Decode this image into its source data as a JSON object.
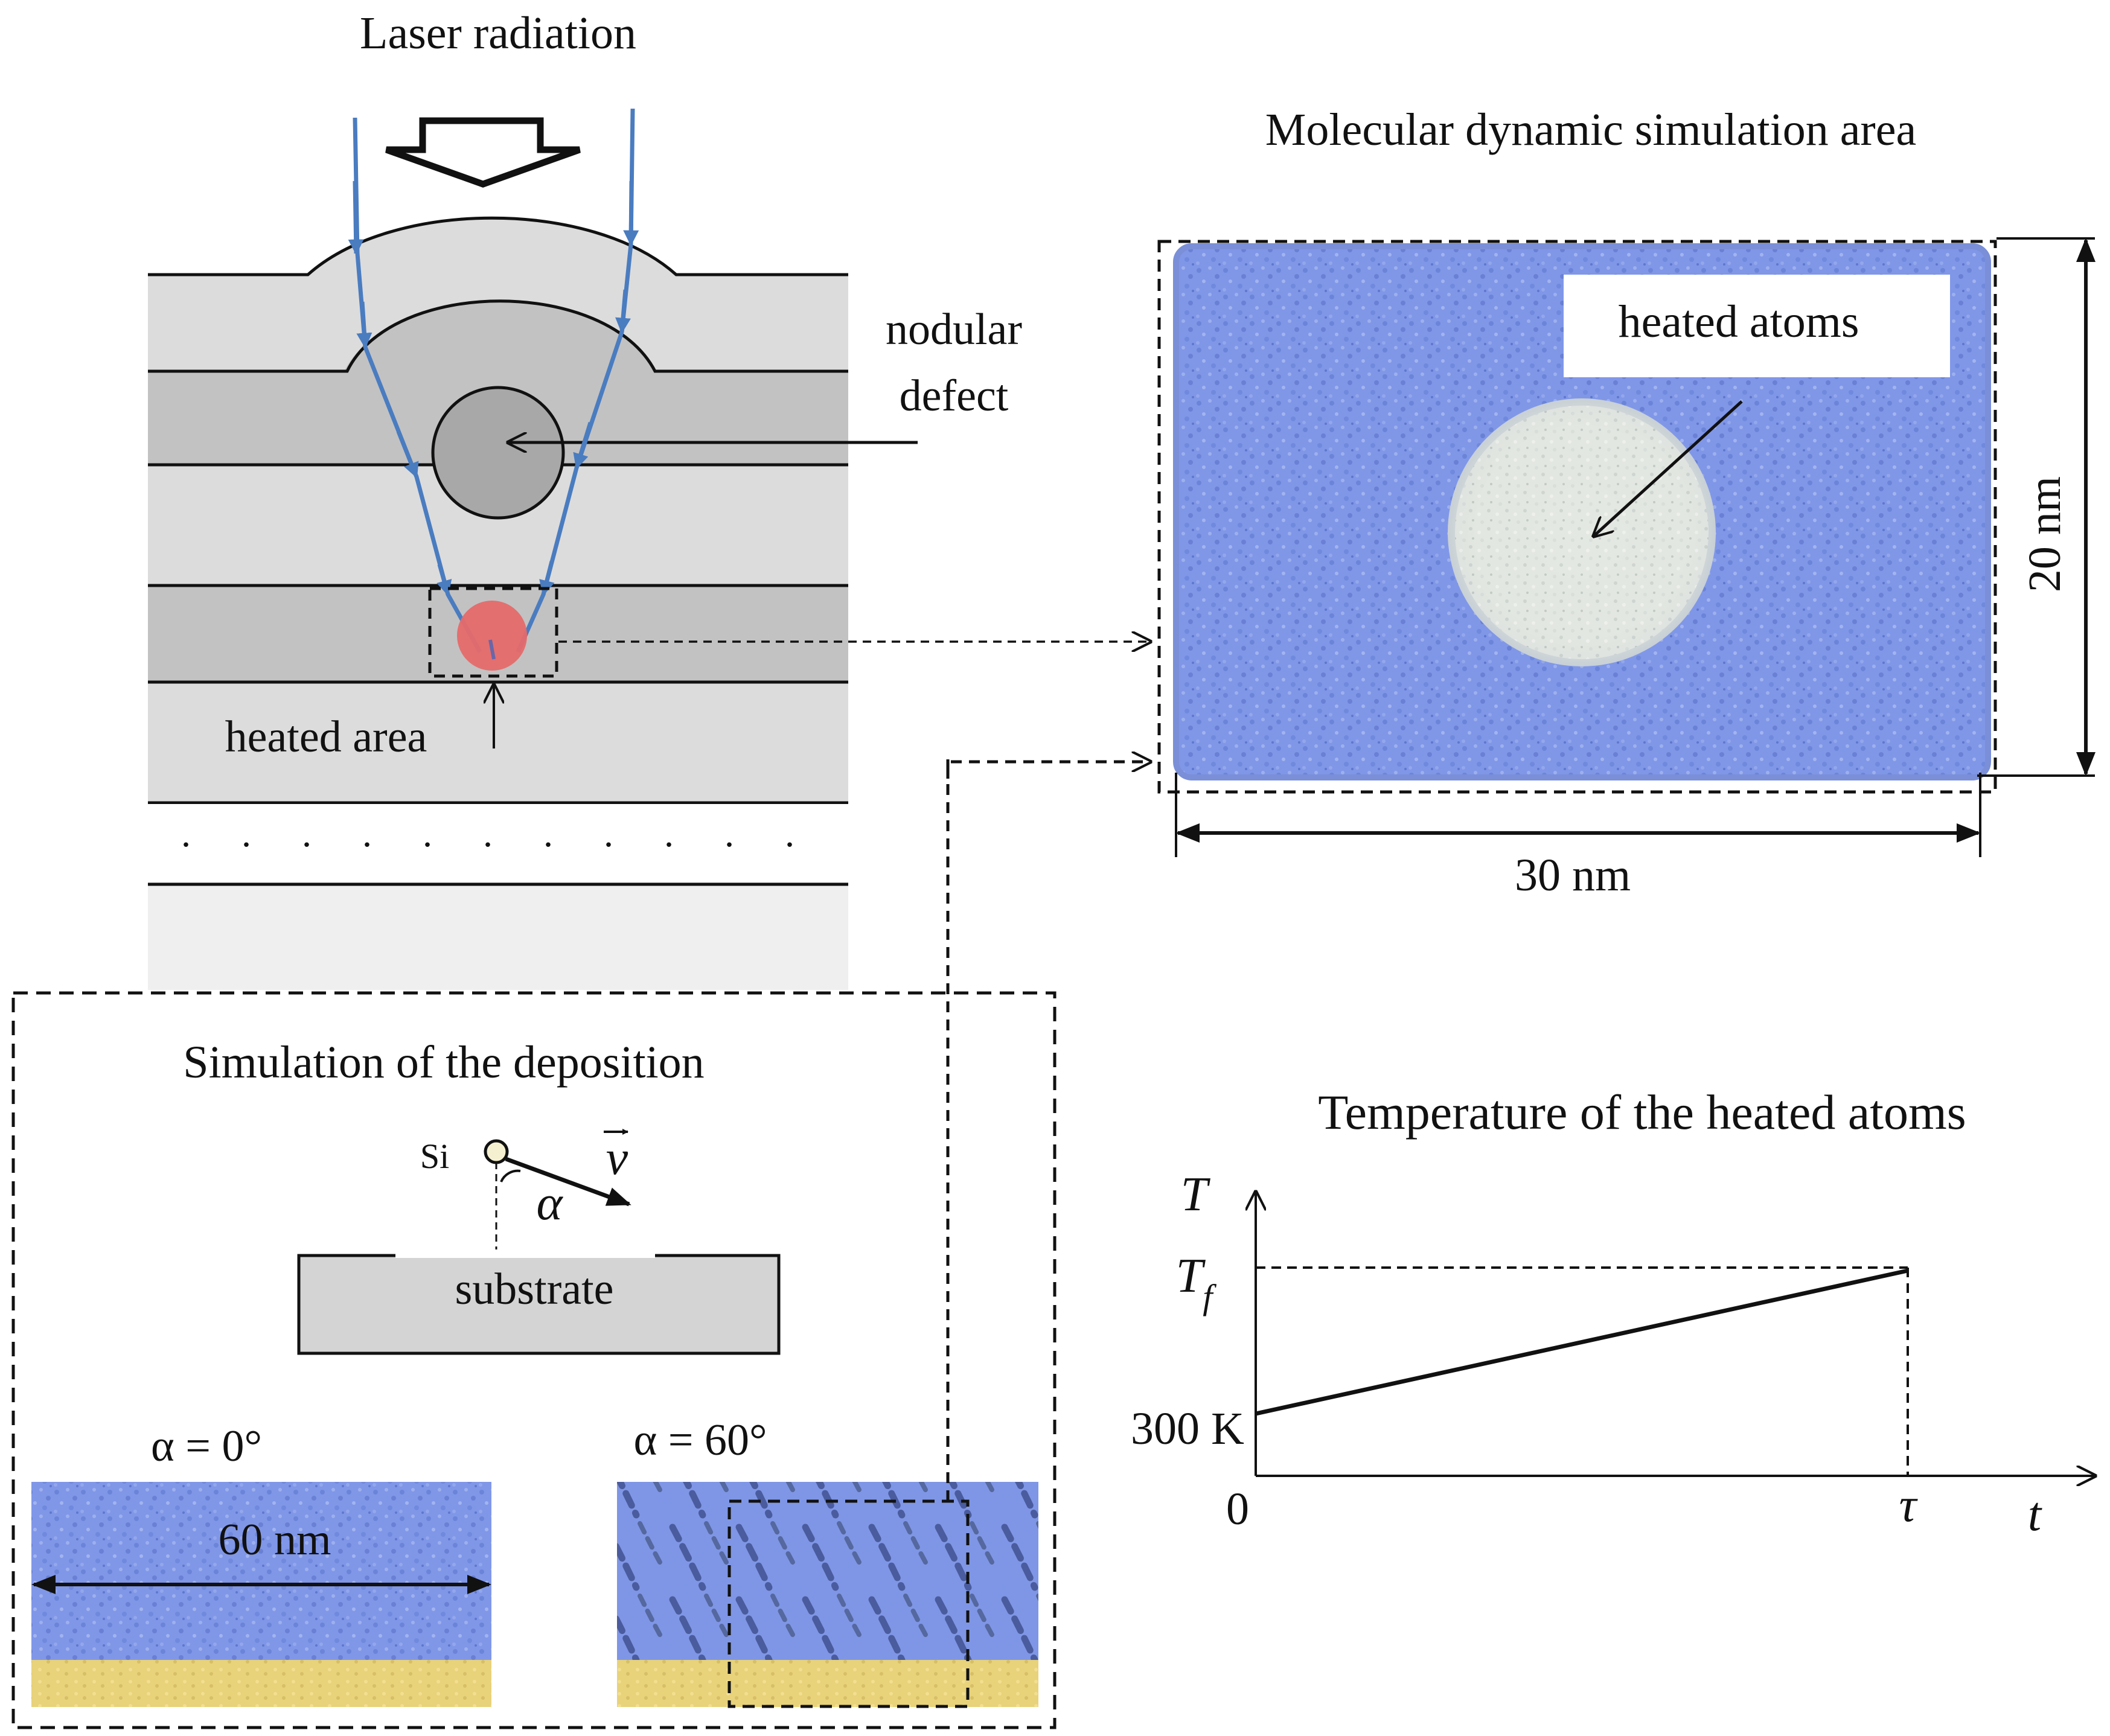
{
  "labels": {
    "laser": "Laser radiation",
    "nodular": "nodular",
    "defect": "defect",
    "heated_area": "heated area",
    "md_title": "Molecular dynamic simulation area",
    "heated_atoms": "heated atoms",
    "width": "30 nm",
    "height": "20 nm",
    "deposition_title": "Simulation of the deposition",
    "si": "Si",
    "v": "v",
    "alpha": "α",
    "substrate": "substrate",
    "alpha0": "α = 0°",
    "alpha60": "α = 60°",
    "nm60": "60 nm",
    "temp_title": "Temperature of the heated atoms",
    "T": "T",
    "Tf_main": "T",
    "Tf_sub": "f",
    "k300": "300 K",
    "zero": "0",
    "tau": "τ",
    "t": "t"
  },
  "dots": ". . . . . . . . . . .",
  "colors": {
    "layer_light": "#dcdcdc",
    "layer_dark": "#c2c2c2",
    "defect": "#a8a8a8",
    "ray": "#4a7cc0",
    "heat": "#e56a6a",
    "atoms_blue": "#7f96e6",
    "atoms_gold": "#e8d27a",
    "heated_atoms": "#e4e8e2"
  },
  "temperature_profile": {
    "type": "line",
    "x": [
      "0",
      "τ"
    ],
    "y": [
      "300 K",
      "Tf"
    ]
  }
}
